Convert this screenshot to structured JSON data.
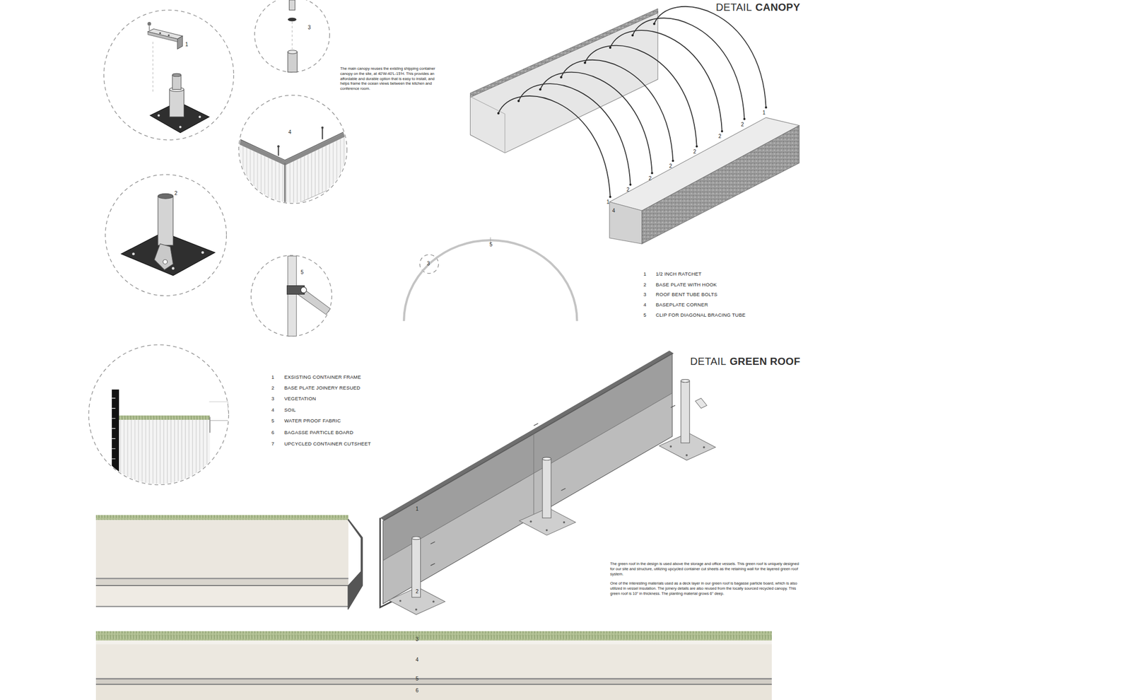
{
  "diagram": {
    "labels": [
      "DETAIL",
      "CANOPY",
      "The main canopy reuses the existing shipping container canopy on the site, at 40'W-40'L-15'H. This provides an affordable and durable option that is easy to install, and helps frame the ocean views between the kitchen and conference room.",
      "1",
      "3",
      "4",
      "2",
      "5",
      "3",
      "5",
      "1",
      "2",
      "2",
      "2",
      "2",
      "2",
      "2",
      "1",
      "4",
      "1",
      "1/2 INCH RATCHET",
      "2",
      "BASE PLATE WITH HOOK",
      "3",
      "ROOF BENT TUBE BOLTS",
      "4",
      "BASEPLATE CORNER",
      "5",
      "CLIP FOR DIAGONAL BRACING TUBE",
      "DETAIL",
      "GREEN ROOF",
      "1",
      "EXSISTING CONTAINER FRAME",
      "2",
      "BASE PLATE JOINERY RESUED",
      "3",
      "VEGETATION",
      "4",
      "SOIL",
      "5",
      "WATER PROOF FABRIC",
      "6",
      "BAGASSE PARTICLE BOARD",
      "7",
      "UPCYCLED  CONTAINER CUTSHEET",
      "1",
      "2",
      "The green roof in the design is used above the storage and office vessels. This green roof is uniquely designed for our site and structure, utilizing upcycled container cut sheets as the retaining wall for the layered green roof system.",
      "One of the interesting materials used as a deck layer in our green roof is bagasse particle board, which is also utilized in vessel insulation. The joinery details are also reused from the locally sourced recycled canopy. This green roof is 10\" in thickness. The planting material grows 6\" deep.",
      "3",
      "4",
      "5",
      "6"
    ]
  }
}
